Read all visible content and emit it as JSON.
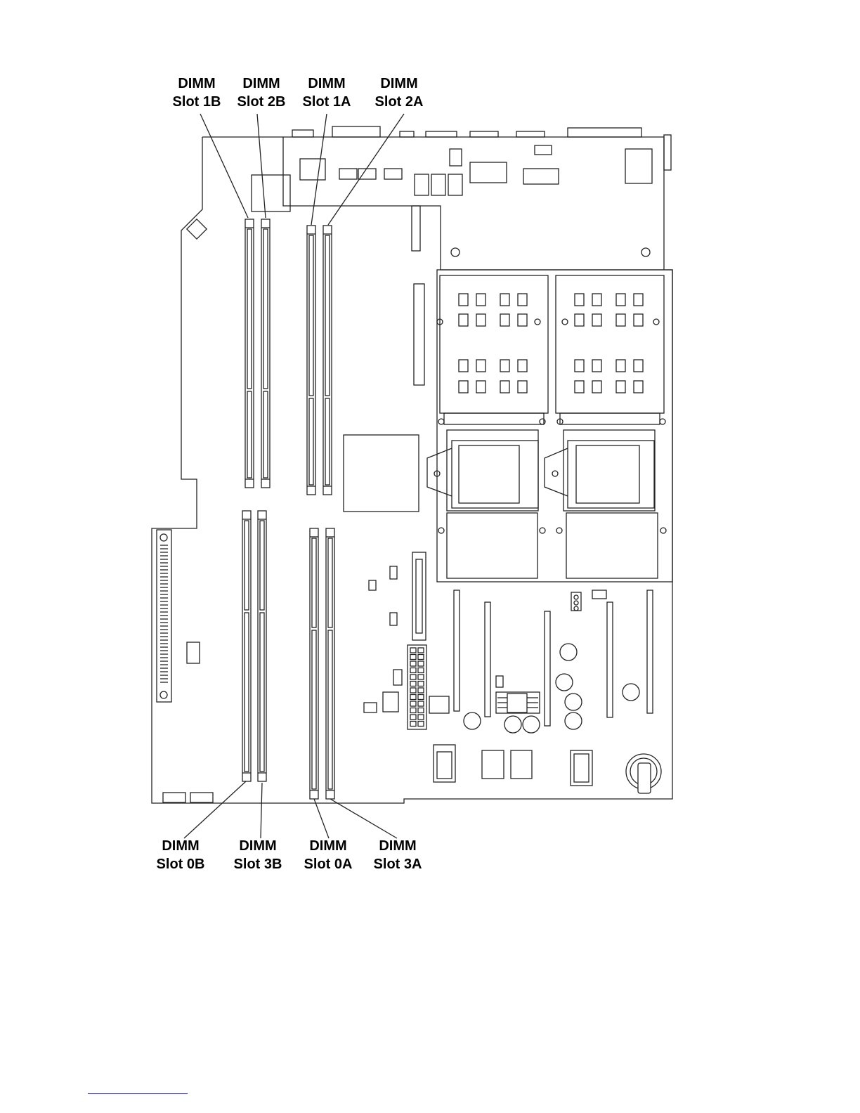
{
  "diagram": {
    "line_color": "#222222",
    "callouts_top": [
      {
        "id": "dimm-1b",
        "line1": "DIMM",
        "line2": "Slot 1B"
      },
      {
        "id": "dimm-2b",
        "line1": "DIMM",
        "line2": "Slot 2B"
      },
      {
        "id": "dimm-1a",
        "line1": "DIMM",
        "line2": "Slot 1A"
      },
      {
        "id": "dimm-2a",
        "line1": "DIMM",
        "line2": "Slot 2A"
      }
    ],
    "callouts_bottom": [
      {
        "id": "dimm-0b",
        "line1": "DIMM",
        "line2": "Slot 0B"
      },
      {
        "id": "dimm-3b",
        "line1": "DIMM",
        "line2": "Slot 3B"
      },
      {
        "id": "dimm-0a",
        "line1": "DIMM",
        "line2": "Slot 0A"
      },
      {
        "id": "dimm-3a",
        "line1": "DIMM",
        "line2": "Slot 3A"
      }
    ]
  },
  "footer": {
    "rule_color": "#3a3aa8"
  }
}
